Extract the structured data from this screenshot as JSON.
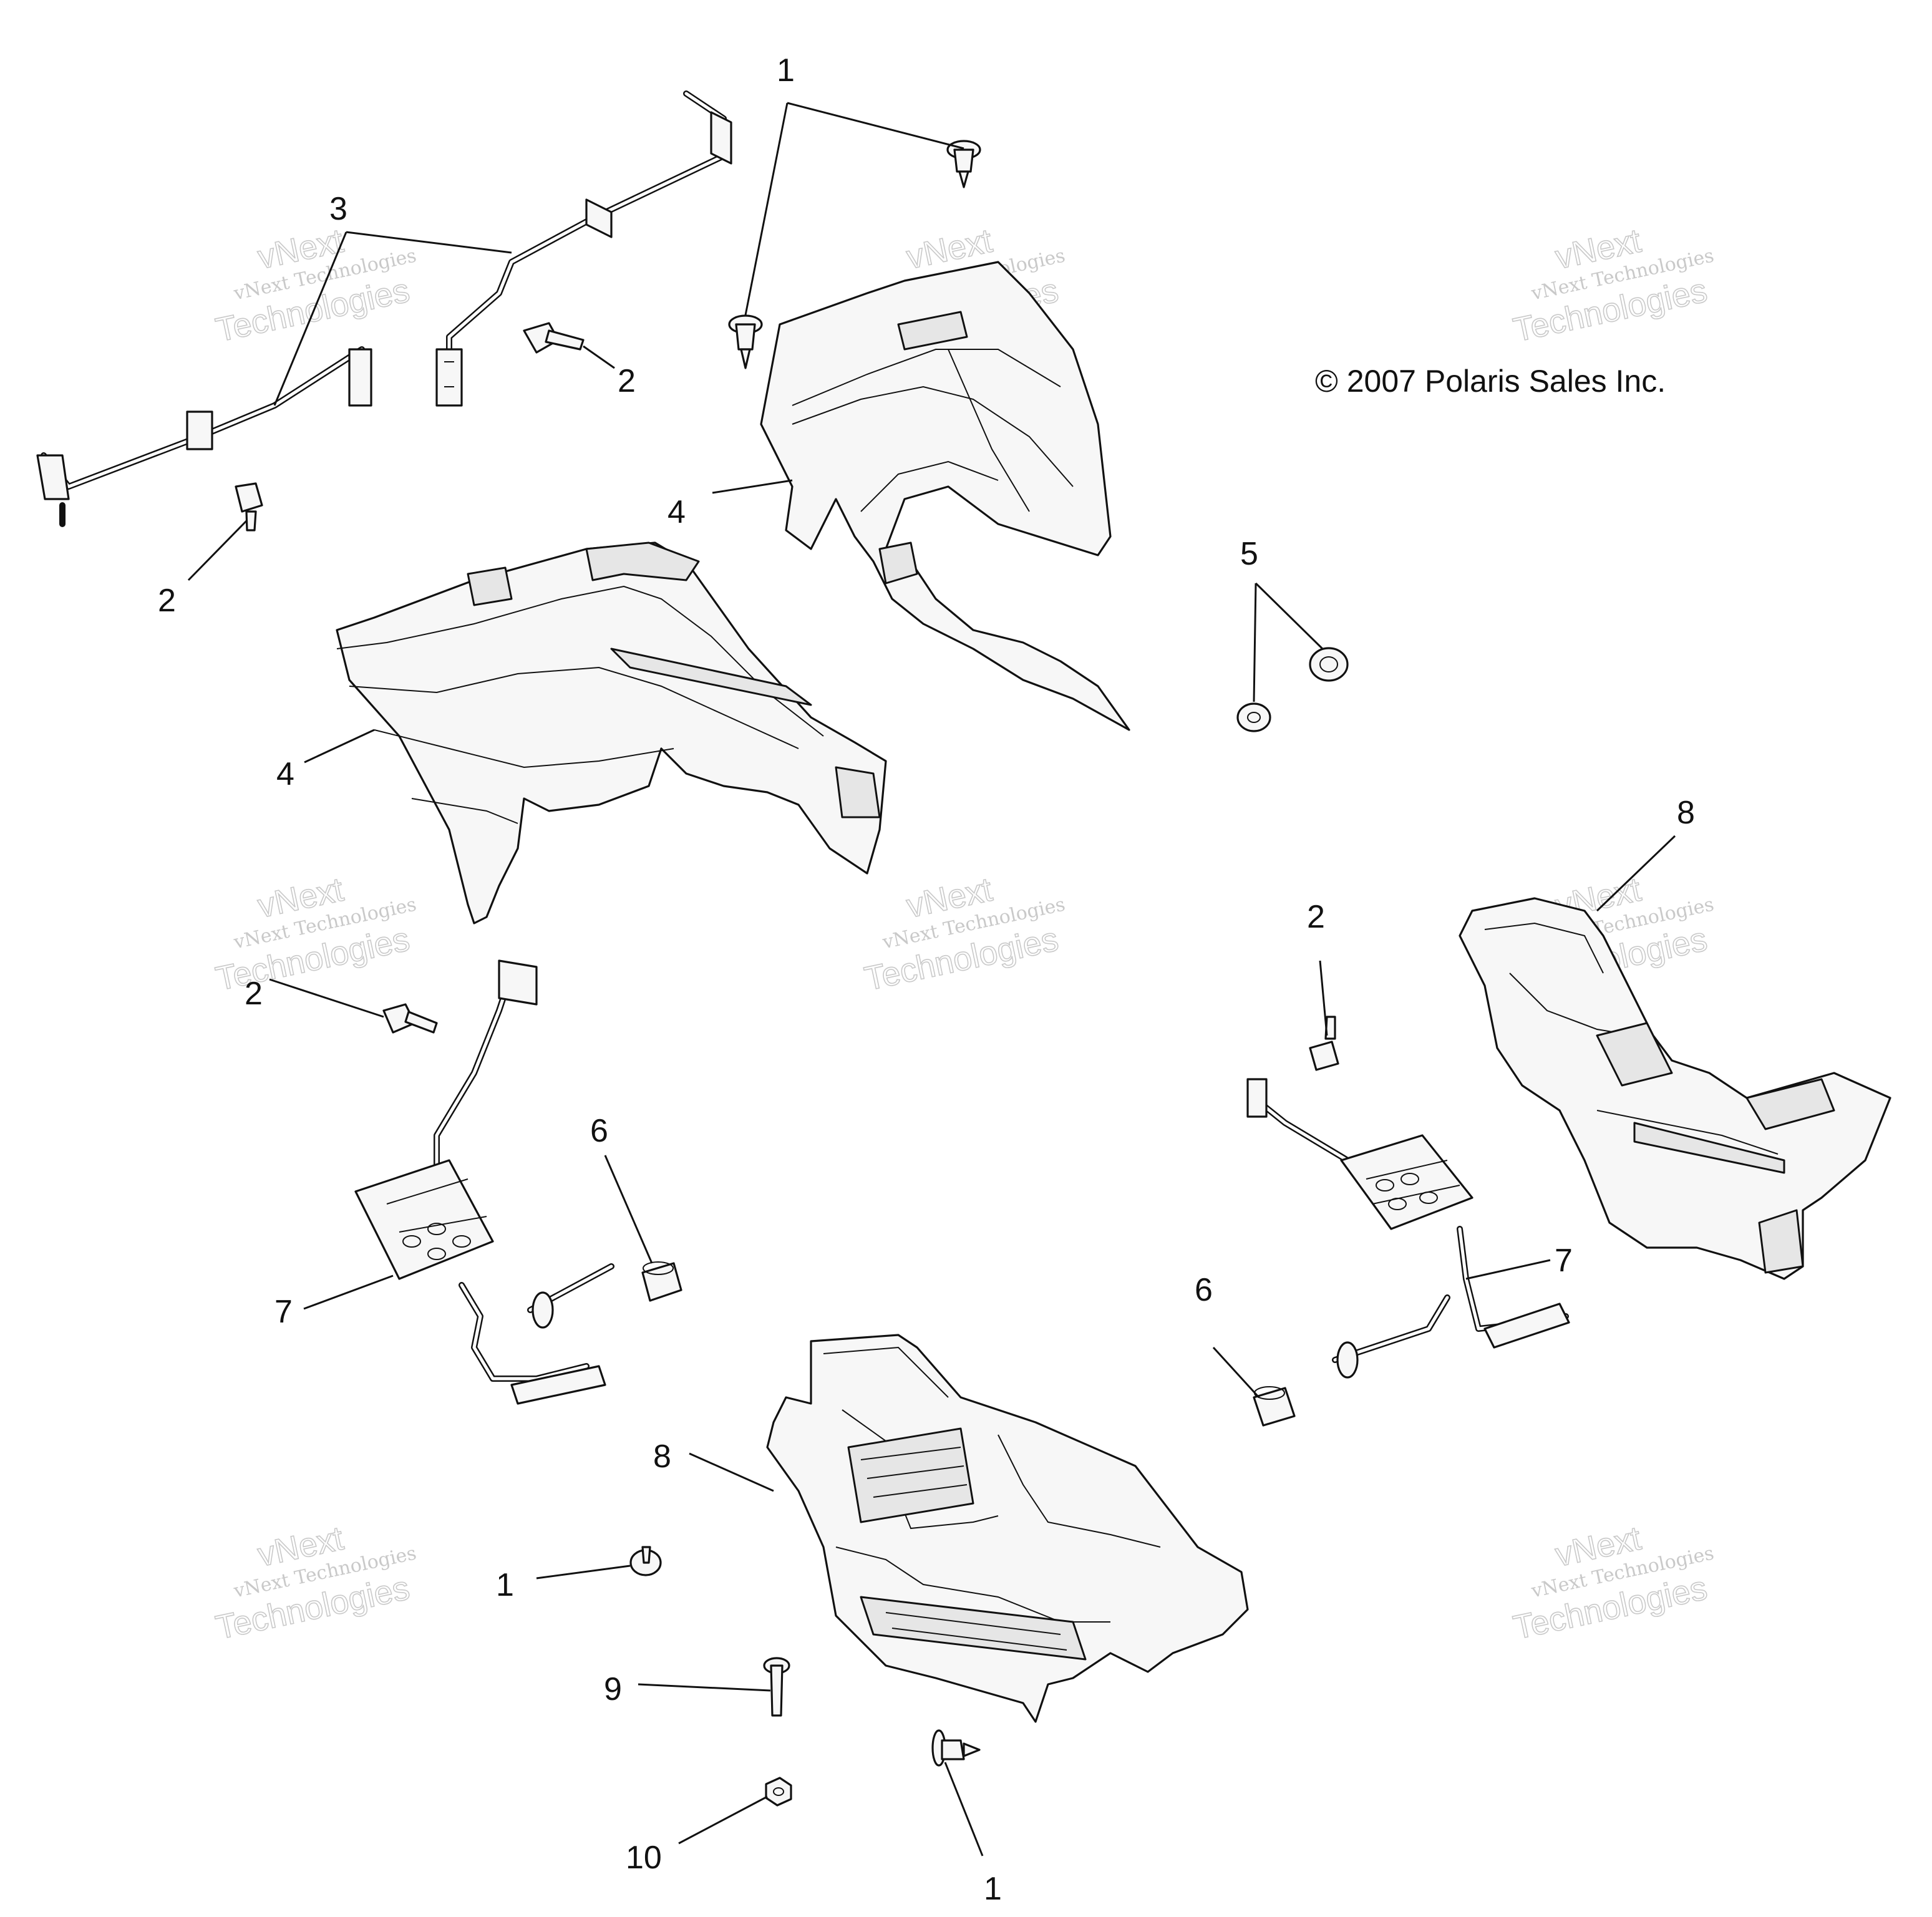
{
  "copyright": "© 2007 Polaris Sales Inc.",
  "watermark": {
    "line1": "vNext",
    "line2": "vNext Technologies",
    "line3": "Technologies"
  },
  "callouts": [
    {
      "id": "c1-top",
      "label": "1"
    },
    {
      "id": "c3",
      "label": "3"
    },
    {
      "id": "c2-a",
      "label": "2"
    },
    {
      "id": "c2-b",
      "label": "2"
    },
    {
      "id": "c4-a",
      "label": "4"
    },
    {
      "id": "c4-b",
      "label": "4"
    },
    {
      "id": "c5",
      "label": "5"
    },
    {
      "id": "c8-a",
      "label": "8"
    },
    {
      "id": "c2-c",
      "label": "2"
    },
    {
      "id": "c2-d",
      "label": "2"
    },
    {
      "id": "c6-a",
      "label": "6"
    },
    {
      "id": "c7-a",
      "label": "7"
    },
    {
      "id": "c7-b",
      "label": "7"
    },
    {
      "id": "c6-b",
      "label": "6"
    },
    {
      "id": "c8-b",
      "label": "8"
    },
    {
      "id": "c1-mid",
      "label": "1"
    },
    {
      "id": "c9",
      "label": "9"
    },
    {
      "id": "c10",
      "label": "10"
    },
    {
      "id": "c1-bot",
      "label": "1"
    }
  ],
  "colors": {
    "line": "#111111",
    "watermark": "#c9c9c9",
    "background": "#ffffff"
  }
}
